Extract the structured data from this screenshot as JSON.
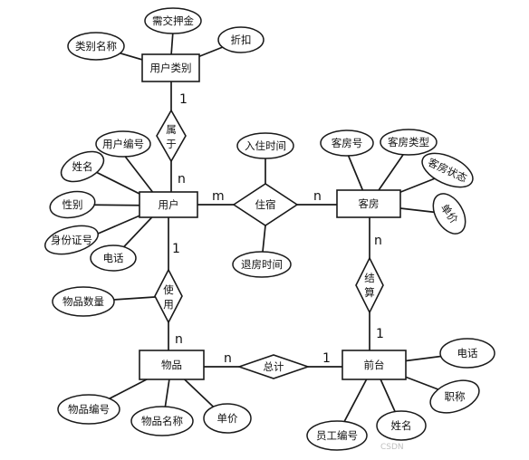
{
  "entities": {
    "user_type": "用户类别",
    "user": "用户",
    "room": "客房",
    "goods": "物品",
    "front_desk": "前台"
  },
  "relationships": {
    "belongs": [
      "属",
      "于"
    ],
    "stay": "住宿",
    "use": [
      "使",
      "用"
    ],
    "settle": [
      "结",
      "算"
    ],
    "total": "总计"
  },
  "attributes": {
    "user_type": [
      "类别名称",
      "需交押金",
      "折扣"
    ],
    "user": [
      "用户编号",
      "姓名",
      "性别",
      "身份证号",
      "电话"
    ],
    "stay": [
      "入住时间",
      "退房时间"
    ],
    "room": [
      "客房号",
      "客房类型",
      "客房状态",
      "单价"
    ],
    "goods": [
      "物品数量",
      "物品编号",
      "物品名称",
      "单价"
    ],
    "front_desk": [
      "电话",
      "职称",
      "姓名",
      "员工编号"
    ]
  },
  "cardinalities": {
    "belongs_user_type": "1",
    "belongs_user": "n",
    "stay_user": "m",
    "stay_room": "n",
    "use_user": "1",
    "use_goods": "n",
    "settle_room": "n",
    "settle_front_desk": "1",
    "total_goods": "n",
    "total_front_desk": "1"
  },
  "watermark": "CSDN"
}
